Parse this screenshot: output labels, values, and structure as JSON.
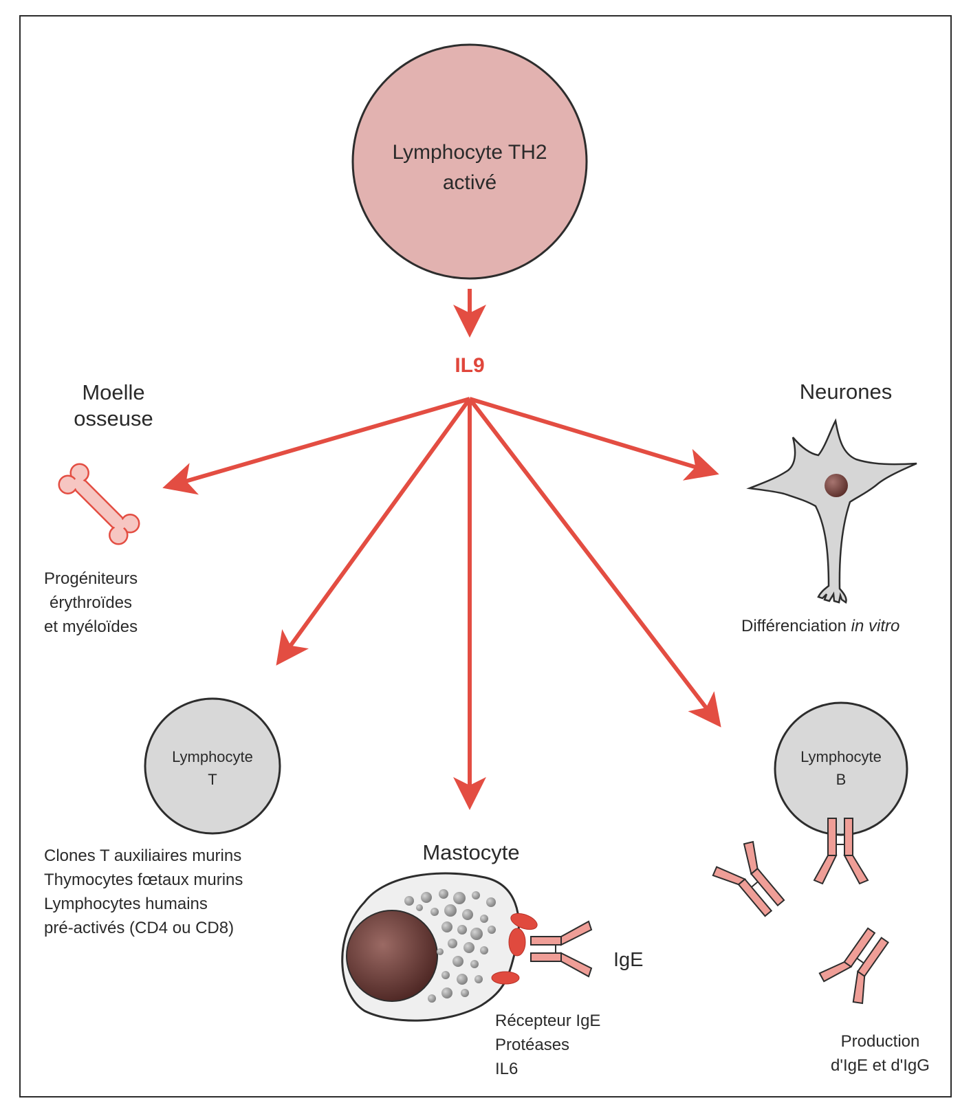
{
  "colors": {
    "arrow": "#e34d42",
    "th2_fill": "#e2b2b0",
    "cell_grey": "#d8d8d8",
    "antibody": "#ef9e97",
    "granule": "#9a9a9a",
    "nucleus": "#6e3e3a"
  },
  "center_cell": {
    "line1": "Lymphocyte TH2",
    "line2": "activé"
  },
  "cytokine": "IL9",
  "bone_marrow": {
    "title_line1": "Moelle",
    "title_line2": "osseuse",
    "desc": [
      "Progéniteurs",
      "érythroïdes",
      "et myéloïdes"
    ]
  },
  "neurons": {
    "title": "Neurones",
    "desc_plain": "Différenciation ",
    "desc_italic": "in vitro"
  },
  "t_cell": {
    "line1": "Lymphocyte",
    "line2": "T",
    "desc": [
      "Clones T auxiliaires murins",
      "Thymocytes fœtaux murins",
      "Lymphocytes humains",
      "pré-activés (CD4 ou CD8)"
    ]
  },
  "mast_cell": {
    "title": "Mastocyte",
    "ige_label": "IgE",
    "desc": [
      "Récepteur IgE",
      "Protéases",
      "IL6"
    ]
  },
  "b_cell": {
    "line1": "Lymphocyte",
    "line2": "B",
    "desc": [
      "Production",
      "d'IgE et d'IgG"
    ]
  }
}
